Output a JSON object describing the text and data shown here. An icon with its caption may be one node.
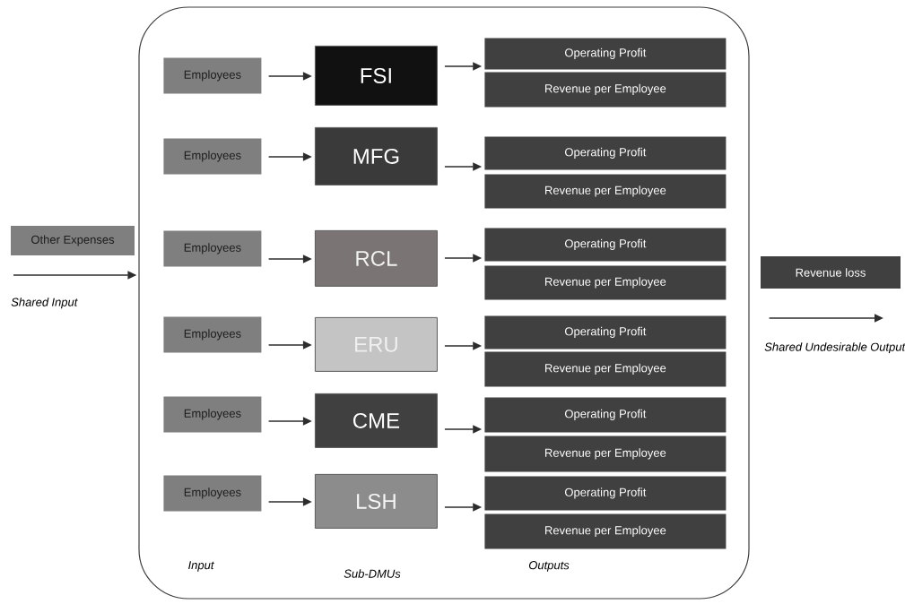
{
  "diagram": {
    "nodes": [
      {
        "text": [
          "Other Expenses"
        ]
      },
      {
        "text": [],
        "shape": "box"
      },
      {
        "text": [
          "Employees"
        ],
        "in": 1
      },
      {
        "text": [
          "FSI"
        ],
        "in": 1
      },
      {
        "text": [
          "Operating Profit"
        ],
        "in": 1
      },
      {
        "text": [
          "Revenue per Employee"
        ],
        "in": 1
      },
      {
        "text": [
          "Employees"
        ],
        "in": 1
      },
      {
        "text": [
          "MFG"
        ],
        "in": 1
      },
      {
        "text": [
          "Operating Profit"
        ],
        "in": 1
      },
      {
        "text": [
          "Revenue per Employee"
        ],
        "in": 1
      },
      {
        "text": [
          "Employees"
        ],
        "in": 1
      },
      {
        "text": [
          "RCL"
        ],
        "in": 1
      },
      {
        "text": [
          "Operating Profit"
        ],
        "in": 1
      },
      {
        "text": [
          "Revenue per Employee"
        ],
        "in": 1
      },
      {
        "text": [
          "Employees"
        ],
        "in": 1
      },
      {
        "text": [
          "ERU"
        ],
        "in": 1
      },
      {
        "text": [
          "Operating Profit"
        ],
        "in": 1
      },
      {
        "text": [
          "Revenue per Employee"
        ],
        "in": 1
      },
      {
        "text": [
          "Employees"
        ],
        "in": 1
      },
      {
        "text": [
          "CME"
        ],
        "in": 1
      },
      {
        "text": [
          "Operating Profit"
        ],
        "in": 1
      },
      {
        "text": [
          "Revenue per Employee"
        ],
        "in": 1
      },
      {
        "text": [
          "Employees"
        ],
        "in": 1
      },
      {
        "text": [
          "LSH"
        ],
        "in": 1
      },
      {
        "text": [
          "Operating Profit"
        ],
        "in": 1
      },
      {
        "text": [
          "Revenue per Employee"
        ],
        "in": 1
      },
      {
        "text": [
          "Revenue loss"
        ]
      }
    ],
    "edges": [
      {
        "from": null,
        "to": 1,
        "arrow": "to",
        "label": "Shared Input"
      },
      {
        "from": 2,
        "to": 3,
        "arrow": "to"
      },
      {
        "from": 3,
        "to": 4,
        "arrow": "to"
      },
      {
        "from": 6,
        "to": 7,
        "arrow": "to"
      },
      {
        "from": 7,
        "to": 8,
        "arrow": "to"
      },
      {
        "from": 10,
        "to": 11,
        "arrow": "to"
      },
      {
        "from": 11,
        "to": 12,
        "arrow": "to"
      },
      {
        "from": 14,
        "to": 15,
        "arrow": "to"
      },
      {
        "from": 15,
        "to": 16,
        "arrow": "to"
      },
      {
        "from": 18,
        "to": 19,
        "arrow": "to"
      },
      {
        "from": 19,
        "to": 20,
        "arrow": "to"
      },
      {
        "from": 22,
        "to": 23,
        "arrow": "to"
      },
      {
        "from": 23,
        "to": 24,
        "arrow": "to"
      },
      {
        "from": 1,
        "to": null,
        "arrow": "to",
        "label": "Shared Undesirable Output"
      }
    ],
    "labels": [
      "Input",
      "Sub-DMUs",
      "Outputs"
    ]
  }
}
